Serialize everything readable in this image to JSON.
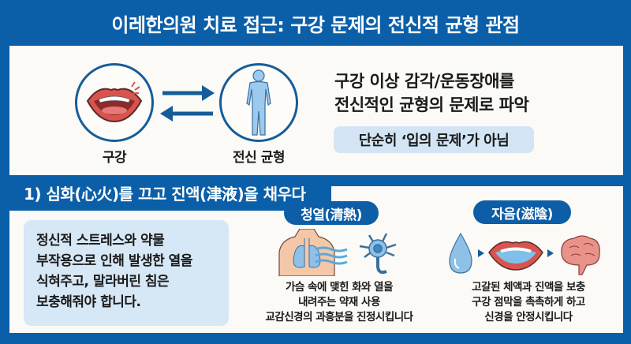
{
  "header": {
    "title": "이레한의원 치료 접근: 구강 문제의 전신적 균형 관점"
  },
  "overview": {
    "left_node": {
      "label": "구강",
      "icon": "mouth-icon"
    },
    "right_node": {
      "label": "전신 균형",
      "icon": "human-body-icon"
    },
    "relation_icon": "bidirectional-arrows-icon",
    "headline_line1": "구강 이상 감각/운동장애를",
    "headline_line2": "전신적인 균형의 문제로 파악",
    "chip": "단순히 ‘입의 문제’가 아님"
  },
  "section1": {
    "title": "1) 심화(心火)를 끄고 진액(津液)을 채우다",
    "note_lines": [
      "정신적 스트레스와 약물",
      "부작용으로 인해 발생한 열을",
      "식혀주고, 말라버린 침은",
      "보충해줘야 합니다."
    ],
    "clear_heat": {
      "pill": "청열(清熱)",
      "icons": [
        "chest-lungs-icon",
        "wind-waves-icon",
        "neuron-icon"
      ],
      "lines": [
        "가슴 속에 맺힌 화와 열을",
        "내려주는 약재 사용",
        "교감신경의 과흥분을 진정시킵니다"
      ]
    },
    "nourish_yin": {
      "pill": "자음(滋陰)",
      "icons": [
        "water-drop-icon",
        "mouth-moist-icon",
        "brain-icon"
      ],
      "lines": [
        "고갈된 체액과 진액을 보충",
        "구강 점막을 촉촉하게 하고",
        "신경을 안정시킵니다"
      ]
    }
  },
  "colors": {
    "brand_blue": "#0b5fa8",
    "panel_bg": "#fbfaf6",
    "chip_bg": "#d3e5f4",
    "lip_red": "#d9534f",
    "body_blue": "#9cc9ee"
  }
}
